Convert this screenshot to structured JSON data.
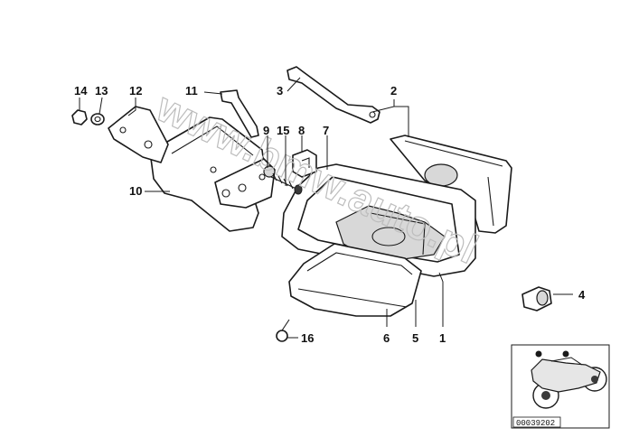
{
  "diagram": {
    "callouts": [
      {
        "id": "c14",
        "text": "14"
      },
      {
        "id": "c13",
        "text": "13"
      },
      {
        "id": "c12",
        "text": "12"
      },
      {
        "id": "c11",
        "text": "11"
      },
      {
        "id": "c3",
        "text": "3"
      },
      {
        "id": "c2",
        "text": "2"
      },
      {
        "id": "c9",
        "text": "9"
      },
      {
        "id": "c15",
        "text": "15"
      },
      {
        "id": "c8",
        "text": "8"
      },
      {
        "id": "c7",
        "text": "7"
      },
      {
        "id": "c10",
        "text": "10"
      },
      {
        "id": "c4",
        "text": "4"
      },
      {
        "id": "c16",
        "text": "16"
      },
      {
        "id": "c6",
        "text": "6"
      },
      {
        "id": "c5",
        "text": "5"
      },
      {
        "id": "c1",
        "text": "1"
      }
    ],
    "watermark": "www.bmw.auto.pl",
    "image_code": "00039202"
  },
  "colors": {
    "ink": "#1a1a1a",
    "watermark": "#bdbdbd",
    "background": "#ffffff"
  }
}
